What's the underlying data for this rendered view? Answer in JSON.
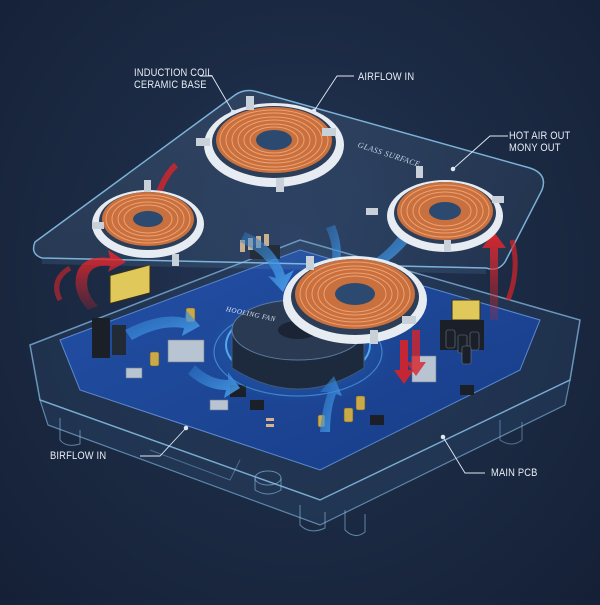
{
  "diagram": {
    "subject": "Induction cooktop exploded view",
    "colors": {
      "background": "#1c2b45",
      "glass_edge": "#7fb6e0",
      "copper_coil": "#d98454",
      "pcb": "#1f4fa6",
      "airflow_in_arrow": "#3f8fd8",
      "hot_air_arrow": "#d8242a",
      "fan_glow": "#4fb6ff",
      "label_text": "#e6edf5"
    },
    "callouts": [
      {
        "id": "induction-coil",
        "lines": [
          "INDUCTION COIL",
          "CERAMIC BASE"
        ]
      },
      {
        "id": "airflow-in-top",
        "lines": [
          "AIRFLOW IN"
        ]
      },
      {
        "id": "hot-air-out",
        "lines": [
          "HOT AIR OUT",
          "MONY OUT"
        ]
      },
      {
        "id": "airflow-in-bottom",
        "lines": [
          "BIRFLOW IN"
        ]
      },
      {
        "id": "main-pcb",
        "lines": [
          "MAIN PCB"
        ]
      }
    ],
    "inline_labels": {
      "glass_surface": "GLASS SURFACE",
      "fan": "HOOLING FAN"
    },
    "components": {
      "coils": 4,
      "fan": 1,
      "pcb": 1,
      "glass_top": 1,
      "housing": 1
    }
  }
}
